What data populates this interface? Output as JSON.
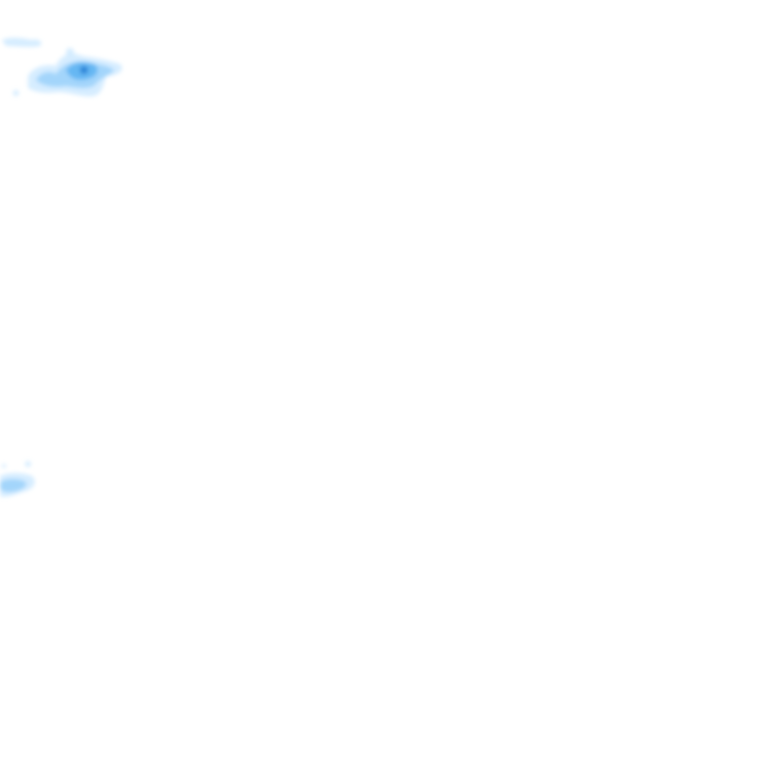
{
  "map": {
    "background_color": "#ffffff",
    "layer": "precipitation-radar-overlay",
    "palette": {
      "light": "#cfeaff",
      "mid": "#9fd3fb",
      "strong": "#5fb4f2",
      "core": "#2a85d8"
    },
    "cells": [
      {
        "name": "north-west-cluster",
        "intensity": "moderate"
      },
      {
        "name": "west-edge-cluster",
        "intensity": "light"
      }
    ]
  }
}
